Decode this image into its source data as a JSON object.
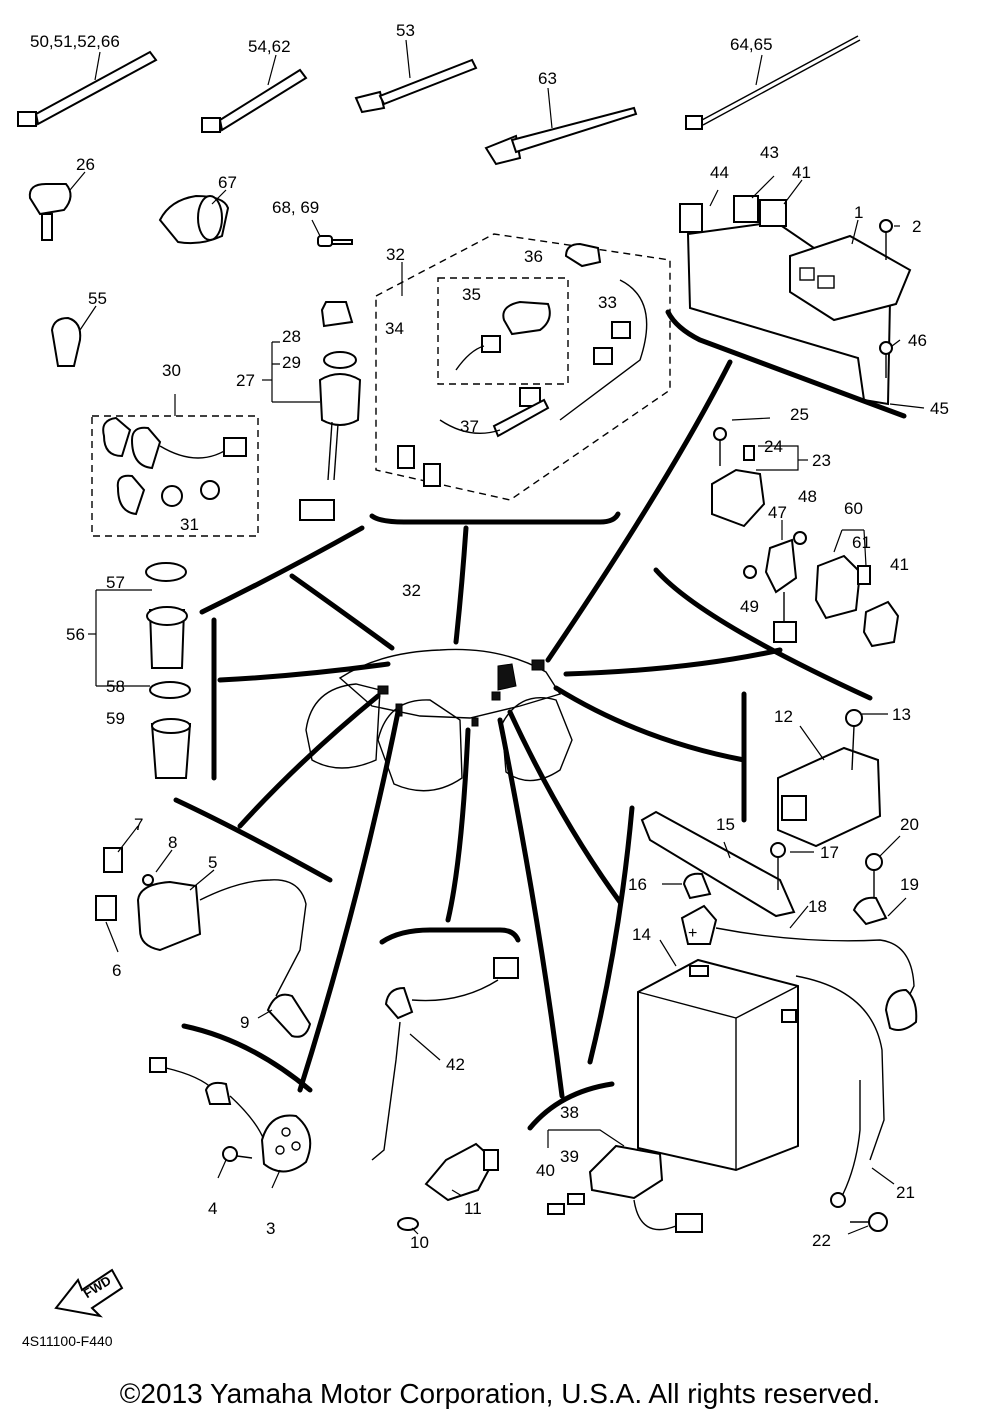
{
  "diagram": {
    "callouts": [
      {
        "id": "c-50",
        "text": "50,51,52,66"
      },
      {
        "id": "c-54",
        "text": "54,62"
      },
      {
        "id": "c-53",
        "text": "53"
      },
      {
        "id": "c-63",
        "text": "63"
      },
      {
        "id": "c-64",
        "text": "64,65"
      },
      {
        "id": "c-26",
        "text": "26"
      },
      {
        "id": "c-67",
        "text": "67"
      },
      {
        "id": "c-68",
        "text": "68, 69"
      },
      {
        "id": "c-32a",
        "text": "32"
      },
      {
        "id": "c-36",
        "text": "36"
      },
      {
        "id": "c-35",
        "text": "35"
      },
      {
        "id": "c-34",
        "text": "34"
      },
      {
        "id": "c-33",
        "text": "33"
      },
      {
        "id": "c-37",
        "text": "37"
      },
      {
        "id": "c-44",
        "text": "44"
      },
      {
        "id": "c-43",
        "text": "43"
      },
      {
        "id": "c-41a",
        "text": "41"
      },
      {
        "id": "c-1",
        "text": "1"
      },
      {
        "id": "c-2",
        "text": "2"
      },
      {
        "id": "c-46",
        "text": "46"
      },
      {
        "id": "c-45",
        "text": "45"
      },
      {
        "id": "c-55",
        "text": "55"
      },
      {
        "id": "c-28",
        "text": "28"
      },
      {
        "id": "c-29",
        "text": "29"
      },
      {
        "id": "c-27",
        "text": "27"
      },
      {
        "id": "c-30",
        "text": "30"
      },
      {
        "id": "c-31",
        "text": "31"
      },
      {
        "id": "c-25",
        "text": "25"
      },
      {
        "id": "c-24",
        "text": "24"
      },
      {
        "id": "c-23",
        "text": "23"
      },
      {
        "id": "c-48",
        "text": "48"
      },
      {
        "id": "c-47",
        "text": "47"
      },
      {
        "id": "c-60",
        "text": "60"
      },
      {
        "id": "c-61",
        "text": "61"
      },
      {
        "id": "c-41b",
        "text": "41"
      },
      {
        "id": "c-49",
        "text": "49"
      },
      {
        "id": "c-57",
        "text": "57"
      },
      {
        "id": "c-56",
        "text": "56"
      },
      {
        "id": "c-58",
        "text": "58"
      },
      {
        "id": "c-59",
        "text": "59"
      },
      {
        "id": "c-32b",
        "text": "32"
      },
      {
        "id": "c-12",
        "text": "12"
      },
      {
        "id": "c-13",
        "text": "13"
      },
      {
        "id": "c-7",
        "text": "7"
      },
      {
        "id": "c-8",
        "text": "8"
      },
      {
        "id": "c-5",
        "text": "5"
      },
      {
        "id": "c-6",
        "text": "6"
      },
      {
        "id": "c-9",
        "text": "9"
      },
      {
        "id": "c-15",
        "text": "15"
      },
      {
        "id": "c-17",
        "text": "17"
      },
      {
        "id": "c-20",
        "text": "20"
      },
      {
        "id": "c-16",
        "text": "16"
      },
      {
        "id": "c-19",
        "text": "19"
      },
      {
        "id": "c-18",
        "text": "18"
      },
      {
        "id": "c-14",
        "text": "14"
      },
      {
        "id": "c-42",
        "text": "42"
      },
      {
        "id": "c-38",
        "text": "38"
      },
      {
        "id": "c-39",
        "text": "39"
      },
      {
        "id": "c-40",
        "text": "40"
      },
      {
        "id": "c-4",
        "text": "4"
      },
      {
        "id": "c-3",
        "text": "3"
      },
      {
        "id": "c-10",
        "text": "10"
      },
      {
        "id": "c-11",
        "text": "11"
      },
      {
        "id": "c-21",
        "text": "21"
      },
      {
        "id": "c-22",
        "text": "22"
      }
    ],
    "fwd_label": "FWD",
    "battery_plus": "+",
    "drawing_code": "4S11100-F440",
    "copyright": "©2013 Yamaha Motor Corporation, U.S.A. All rights reserved."
  }
}
